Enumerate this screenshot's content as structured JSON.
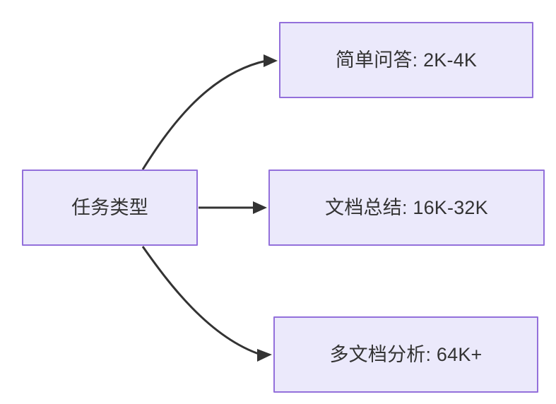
{
  "diagram": {
    "type": "flowchart",
    "direction": "left-to-right",
    "background_color": "#ffffff",
    "node_fill_color": "#ebe9fb",
    "node_border_color": "#9370db",
    "node_text_color": "#333333",
    "edge_color": "#333333",
    "root": {
      "id": "root",
      "label": "任务类型"
    },
    "branches": [
      {
        "id": "task-0",
        "label": "简单问答: 2K-4K",
        "edge_style": "curved",
        "arrow": "arrowhead-icon"
      },
      {
        "id": "task-1",
        "label": "文档总结: 16K-32K",
        "edge_style": "straight",
        "arrow": "arrowhead-icon"
      },
      {
        "id": "task-2",
        "label": "多文档分析: 64K+",
        "edge_style": "curved",
        "arrow": "arrowhead-icon"
      }
    ]
  }
}
